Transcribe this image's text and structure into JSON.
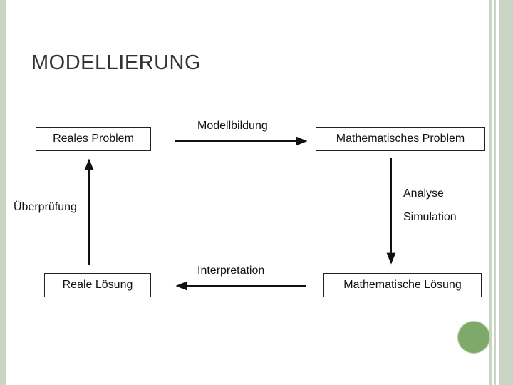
{
  "slide": {
    "title": "MODELLIERUNG"
  },
  "diagram": {
    "nodes": {
      "reales_problem": "Reales Problem",
      "mathematisches_problem": "Mathematisches Problem",
      "reale_loesung": "Reale Lösung",
      "mathematische_loesung": "Mathematische Lösung"
    },
    "edges": {
      "modellbildung": "Modellbildung",
      "analyse": "Analyse",
      "simulation": "Simulation",
      "interpretation": "Interpretation",
      "ueberpruefung": "Überprüfung"
    }
  },
  "colors": {
    "frame": "#c9d5c3",
    "accent_circle": "#7ea96a"
  }
}
